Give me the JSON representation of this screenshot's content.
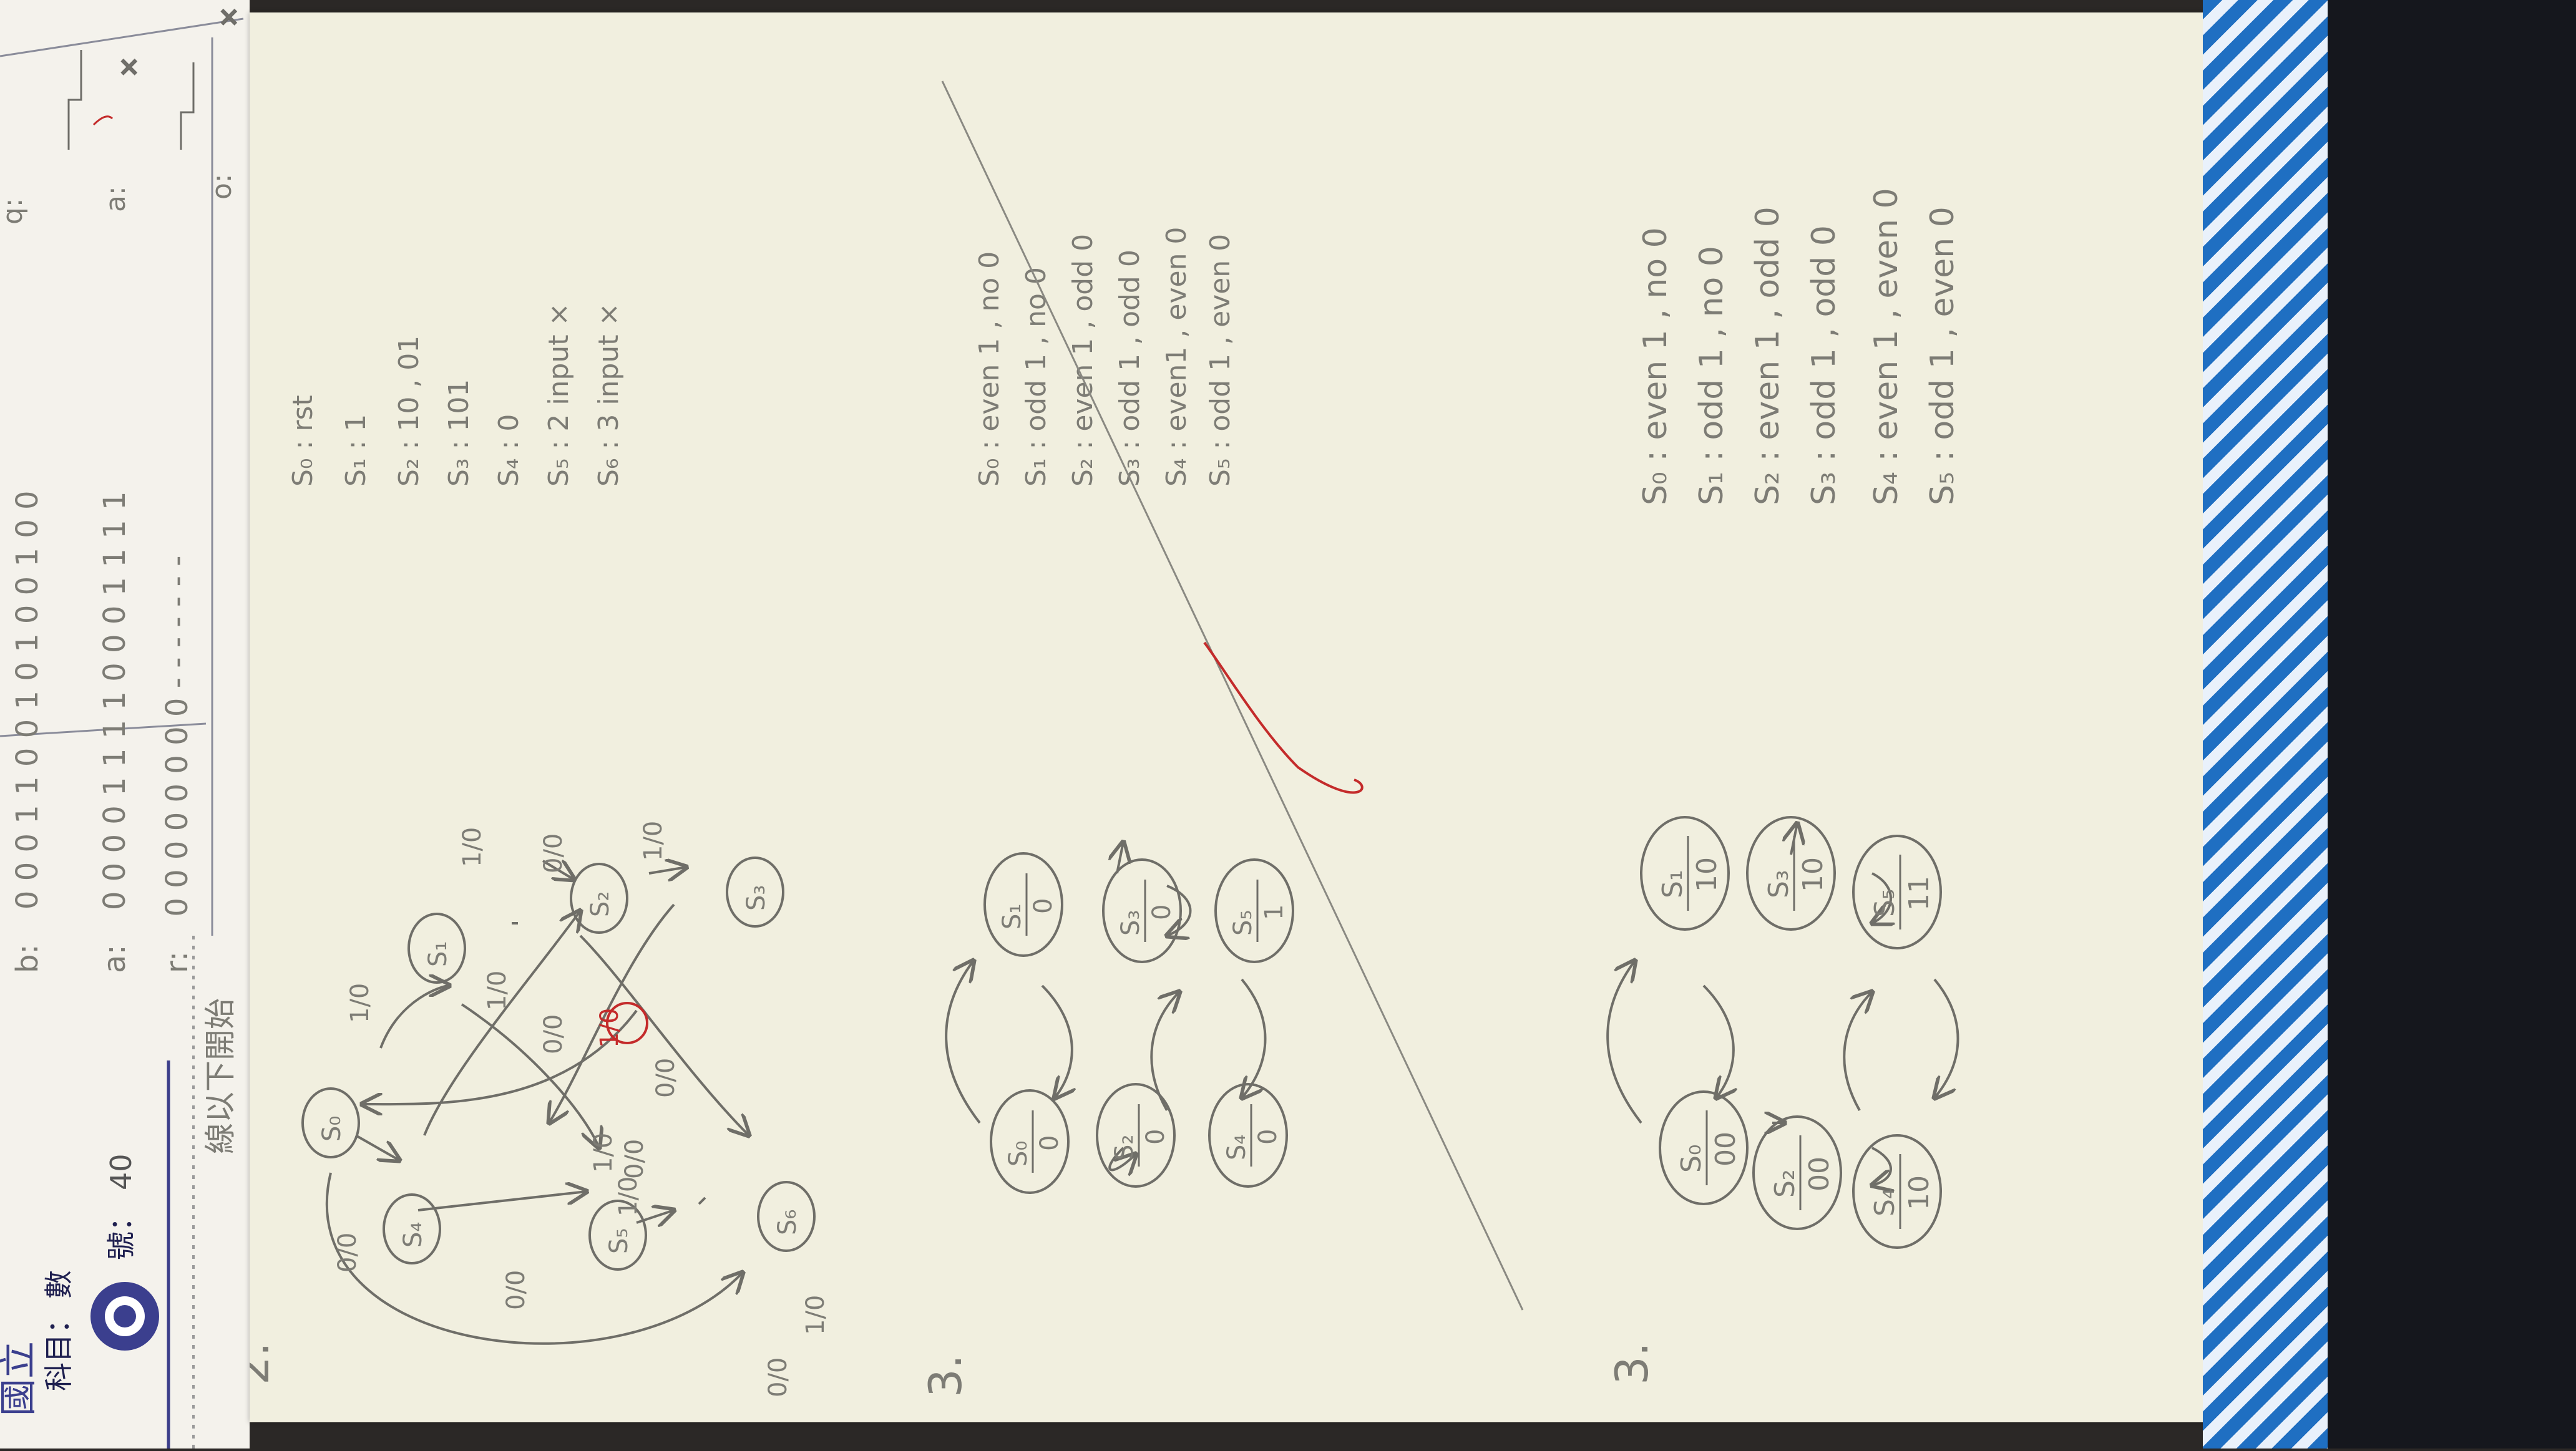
{
  "prev_page": {
    "school_glyph": "國立",
    "subject_label": "科目：",
    "subject_value": "數",
    "id_label": "號：",
    "id_value": "40",
    "tear_line_text": "線以下開始",
    "table_rows": [
      {
        "label": "b:",
        "values": "0 0 0 1 1 0 0 1 0 1 0 0 1 0 0"
      },
      {
        "label": "a:",
        "values": "0 0 0 0 1 1 1 1 0 0 0 1 1 1 1"
      },
      {
        "label": "r:",
        "values": "0 0 0 0 0 0 0 0 - - - - - - -"
      }
    ],
    "waveform_labels": [
      "q:",
      "a:",
      "o:"
    ]
  },
  "page": {
    "problem2": {
      "number": "2.",
      "state_table": [
        "S₀ : rst",
        "S₁ : 1",
        "S₂ : 10 , 01",
        "S₃ : 101",
        "S₄ : 0",
        "S₅ : 2 input ×",
        "S₆ : 3 input ×"
      ],
      "states": [
        "S₀",
        "S₁",
        "S₂",
        "S₃",
        "S₄",
        "S₅",
        "S₆"
      ],
      "edge_labels": [
        "0/0",
        "1/0",
        "1/0",
        "0/0",
        "1/0",
        "0/0",
        "1/0",
        "0/0",
        "1/0",
        "1/0",
        "0/0",
        "1/0",
        "0/0",
        "0/0",
        "1/0"
      ]
    },
    "problem3_draft": {
      "number": "3.",
      "state_table": [
        "S₀ :        even 1 , no 0",
        "S₁ : odd 1 , no 0",
        "S₂ : even 1 , odd 0",
        "S₃ : odd 1 , odd 0",
        "S₄ : even1 , even 0",
        "S₅ : odd 1 , even 0"
      ],
      "states": [
        {
          "name": "S₀",
          "out": "0"
        },
        {
          "name": "S₁",
          "out": "0"
        },
        {
          "name": "S₂",
          "out": "0"
        },
        {
          "name": "S₃",
          "out": "0"
        },
        {
          "name": "S₄",
          "out": "0"
        },
        {
          "name": "S₅",
          "out": "1"
        }
      ]
    },
    "problem3_final": {
      "number": "3.",
      "state_table": [
        "S₀ : even 1 , no 0",
        "S₁ : odd 1 , no 0",
        "S₂ : even 1 , odd 0",
        "S₃ : odd 1 , odd 0",
        "S₄ : even 1 , even 0",
        "S₅ : odd 1 , even 0"
      ],
      "states": [
        {
          "name": "S₀",
          "out": "00"
        },
        {
          "name": "S₁",
          "out": "10"
        },
        {
          "name": "S₂",
          "out": "00"
        },
        {
          "name": "S₃",
          "out": "10"
        },
        {
          "name": "S₄",
          "out": "10"
        },
        {
          "name": "S₅",
          "out": "11"
        }
      ]
    }
  }
}
